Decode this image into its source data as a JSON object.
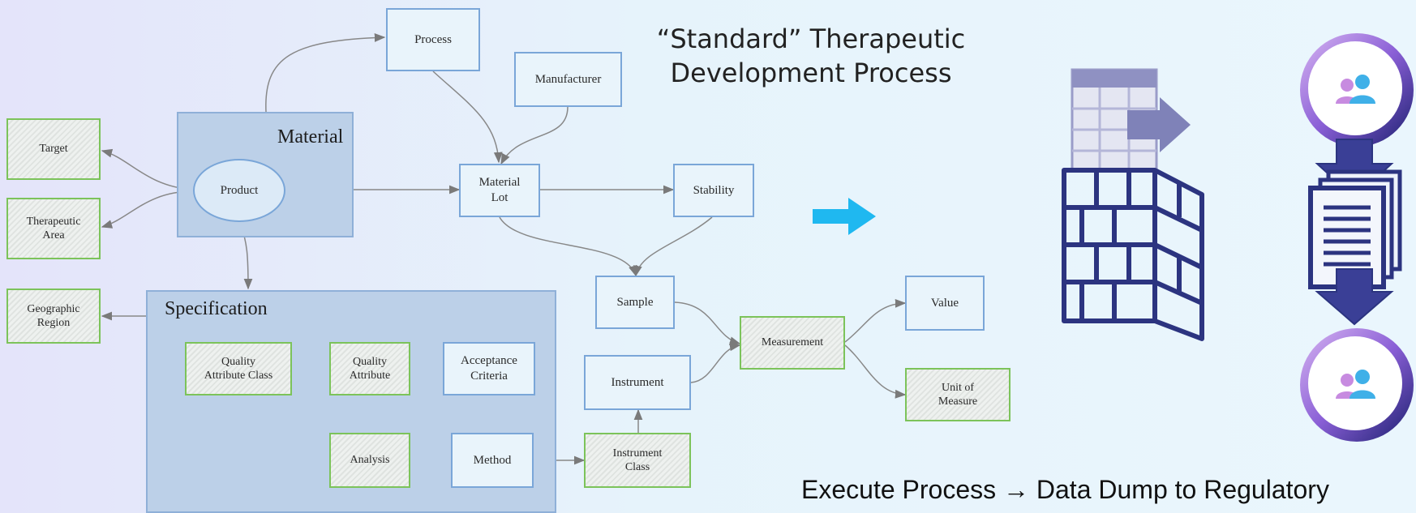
{
  "title": "“Standard” Therapeutic Development Process",
  "footer": "Execute Process → Data Dump to Regulatory",
  "groups": {
    "material": "Material",
    "specification": "Specification"
  },
  "nodes": {
    "process": "Process",
    "manufacturer": "Manufacturer",
    "target": "Target",
    "therapeutic_area": "Therapeutic Area",
    "product": "Product",
    "material_lot": "Material Lot",
    "stability": "Stability",
    "geographic_region": "Geographic Region",
    "sample": "Sample",
    "value": "Value",
    "quality_attribute_class": "Quality Attribute Class",
    "quality_attribute": "Quality Attribute",
    "acceptance_criteria": "Acceptance Criteria",
    "measurement": "Measurement",
    "instrument": "Instrument",
    "unit_of_measure": "Unit of Measure",
    "analysis": "Analysis",
    "method": "Method",
    "instrument_class": "Instrument Class"
  },
  "icons": {
    "accent_arrow": "#1fb8f0",
    "firewall": "#2c3480",
    "table_export": "#9a9cc8",
    "users_circle": "#3fb0e8",
    "documents": "#2c3480",
    "down_arrow": "#3a3f96"
  }
}
